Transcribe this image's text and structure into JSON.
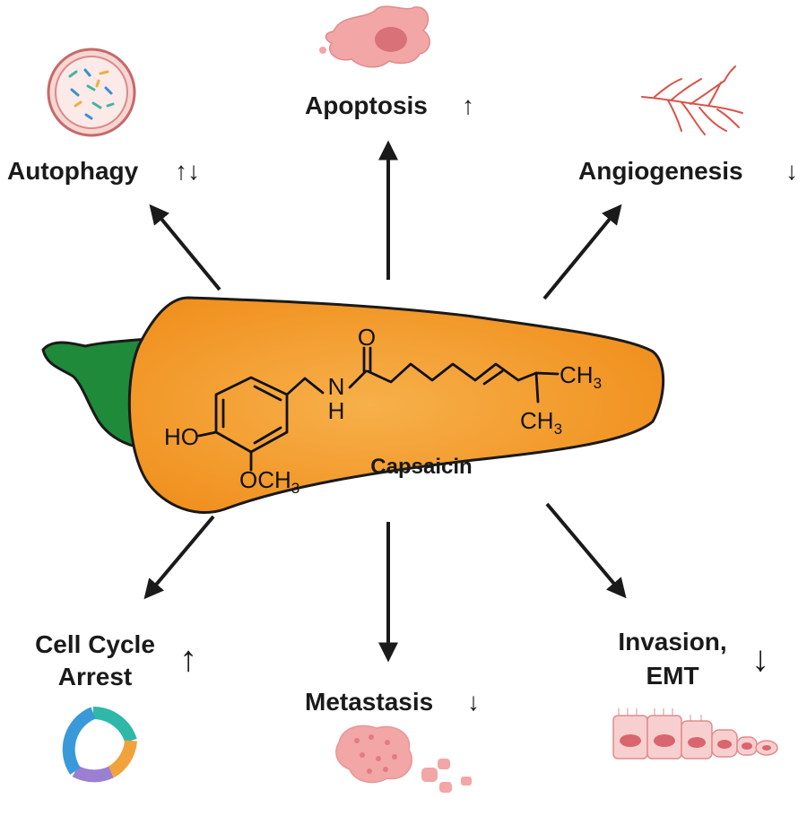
{
  "center": {
    "compound": "Capsaicin",
    "atoms": {
      "oxygen": "O",
      "nitrogen": "N",
      "hydrogen": "H",
      "hydroxyl": "HO",
      "methoxy": "OCH",
      "methyl": "CH",
      "subscript3": "3"
    }
  },
  "effects": {
    "autophagy": {
      "label": "Autophagy",
      "arrow": "↑↓",
      "direction": "up-down"
    },
    "apoptosis": {
      "label": "Apoptosis",
      "arrow": "↑",
      "direction": "up"
    },
    "angiogenesis": {
      "label": "Angiogenesis",
      "arrow": "↓",
      "direction": "down"
    },
    "cell_cycle": {
      "label_line1": "Cell Cycle",
      "label_line2": "Arrest",
      "arrow": "↑",
      "direction": "up"
    },
    "metastasis": {
      "label": "Metastasis",
      "arrow": "↓",
      "direction": "down"
    },
    "invasion": {
      "label_line1": "Invasion,",
      "label_line2": "EMT",
      "arrow": "↓",
      "direction": "down"
    }
  },
  "colors": {
    "pepper_body": "#f49a2c",
    "pepper_stem": "#1e8a3a",
    "arrow": "#1a1a1a",
    "cell_pink": "#e98f91",
    "vessel_red": "#d9534a",
    "ring_blue": "#3a9ad9",
    "ring_teal": "#2fb8a8",
    "ring_orange": "#f2a23a",
    "ring_purple": "#9b7fd1"
  },
  "icons": {
    "autophagy": "autophagosome-icon",
    "apoptosis": "apoptotic-cell-icon",
    "angiogenesis": "blood-vessel-icon",
    "cell_cycle": "cell-cycle-ring-icon",
    "metastasis": "metastatic-cluster-icon",
    "invasion": "epithelial-cells-icon"
  }
}
